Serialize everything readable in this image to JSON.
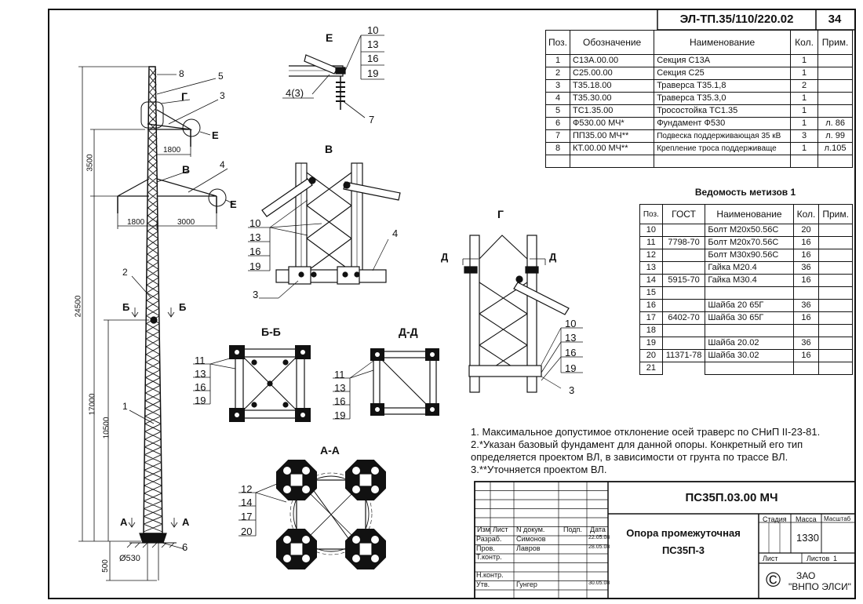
{
  "sheet": {
    "code": "ЭЛ-ТП.35/110/220.02",
    "number": "34"
  },
  "spec": {
    "headers": [
      "Поз.",
      "Обозначение",
      "Наименование",
      "Кол.",
      "Прим."
    ],
    "rows": [
      {
        "pos": "1",
        "des": "С13А.00.00",
        "name": "Секция С13А",
        "qty": "1",
        "note": ""
      },
      {
        "pos": "2",
        "des": "С25.00.00",
        "name": "Секция С25",
        "qty": "1",
        "note": ""
      },
      {
        "pos": "3",
        "des": "Т35.18.00",
        "name": "Траверса Т35.1,8",
        "qty": "2",
        "note": ""
      },
      {
        "pos": "4",
        "des": "Т35.30.00",
        "name": "Траверса Т35.3,0",
        "qty": "1",
        "note": ""
      },
      {
        "pos": "5",
        "des": "ТС1.35.00",
        "name": "Тросостойка ТС1.35",
        "qty": "1",
        "note": ""
      },
      {
        "pos": "6",
        "des": "Ф530.00 МЧ*",
        "name": "Фундамент  Ф530",
        "qty": "1",
        "note": "л. 86"
      },
      {
        "pos": "7",
        "des": "ПП35.00 МЧ**",
        "name": "Подвеска поддерживающая 35 кВ",
        "qty": "3",
        "note": "л. 99"
      },
      {
        "pos": "8",
        "des": "КТ.00.00 МЧ**",
        "name": "Крепление троса поддерживаще",
        "qty": "1",
        "note": "л.105"
      }
    ]
  },
  "hardware": {
    "title": "Ведомость метизов 1",
    "headers": [
      "Поз.",
      "ГОСТ",
      "Наименование",
      "Кол.",
      "Прим."
    ],
    "rows": [
      {
        "pos": "10",
        "gost": "",
        "name": "Болт М20х50.56С",
        "qty": "20"
      },
      {
        "pos": "11",
        "gost": "7798-70",
        "name": "Болт М20х70.56С",
        "qty": "16"
      },
      {
        "pos": "12",
        "gost": "",
        "name": "Болт М30х90.56С",
        "qty": "16"
      },
      {
        "pos": "13",
        "gost": "",
        "name": "Гайка М20.4",
        "qty": "36"
      },
      {
        "pos": "14",
        "gost": "5915-70",
        "name": "Гайка М30.4",
        "qty": "16"
      },
      {
        "pos": "15",
        "gost": "",
        "name": "",
        "qty": ""
      },
      {
        "pos": "16",
        "gost": "",
        "name": "Шайба 20 65Г",
        "qty": "36"
      },
      {
        "pos": "17",
        "gost": "6402-70",
        "name": "Шайба 30 65Г",
        "qty": "16"
      },
      {
        "pos": "18",
        "gost": "",
        "name": "",
        "qty": ""
      },
      {
        "pos": "19",
        "gost": "",
        "name": "Шайба 20.02",
        "qty": "36"
      },
      {
        "pos": "20",
        "gost": "11371-78",
        "name": "Шайба 30.02",
        "qty": "16"
      },
      {
        "pos": "21",
        "gost": "",
        "name": "",
        "qty": ""
      }
    ]
  },
  "notes": [
    "1. Максимальное допустимое отклонение  осей траверс по СНиП II-23-81.",
    "2.*Указан базовый фундамент для данной опоры. Конкретный его тип",
    "определяется проектом ВЛ, в зависимости от  грунта по трассе ВЛ.",
    " 3.**Уточняется проектом ВЛ."
  ],
  "title_block": {
    "designation": "ПС35П.03.00 МЧ",
    "title_line1": "Опора промежуточная",
    "title_line2": "ПС35П-3",
    "cols": [
      "Изм",
      "Лист",
      "N докум.",
      "Подп.",
      "Дата"
    ],
    "roles": [
      "Разраб.",
      "Пров.",
      "Т.контр.",
      "",
      "Н.контр.",
      "Утв."
    ],
    "names": [
      "Симонов",
      "Лавров",
      "",
      "",
      "",
      "Гунгер"
    ],
    "dates": [
      "22.05.08",
      "28.05.08",
      "",
      "",
      "",
      "30.05.08"
    ],
    "stage_label": "Стадия",
    "mass_label": "Масса",
    "scale_label": "Масштаб",
    "mass_value": "1330",
    "sheet_label": "Лист",
    "sheets_label": "Листов",
    "sheets_value": "1",
    "org_line1": "ЗАО",
    "org_line2": "\"ВНПО ЭЛСИ\"",
    "copyright": "©"
  },
  "tower": {
    "dims": {
      "total": "24500",
      "top": "3500",
      "mid": "17000",
      "lower": "10500",
      "base": "500",
      "upper_arm": "1800",
      "left_arm": "1800",
      "right_arm": "3000",
      "foundation": "Ø530"
    },
    "callouts": [
      "8",
      "5",
      "Г",
      "3",
      "Е",
      "В",
      "4",
      "Е",
      "2",
      "Б",
      "Б",
      "1",
      "А",
      "А",
      "6"
    ]
  },
  "details": {
    "E": {
      "title": "Е",
      "labels": [
        "10",
        "13",
        "16",
        "19",
        "4(3)",
        "7"
      ]
    },
    "V": {
      "title": "В",
      "labels": [
        "10",
        "13",
        "16",
        "19",
        "3",
        "4"
      ]
    },
    "G": {
      "title": "Г",
      "labels": [
        "Д",
        "Д",
        "10",
        "13",
        "16",
        "19",
        "3"
      ]
    },
    "BB": {
      "title": "Б-Б",
      "labels": [
        "11",
        "13",
        "16",
        "19"
      ]
    },
    "DD": {
      "title": "Д-Д",
      "labels": [
        "11",
        "13",
        "16",
        "19"
      ]
    },
    "AA": {
      "title": "А-А",
      "labels": [
        "12",
        "14",
        "17",
        "20"
      ]
    }
  }
}
